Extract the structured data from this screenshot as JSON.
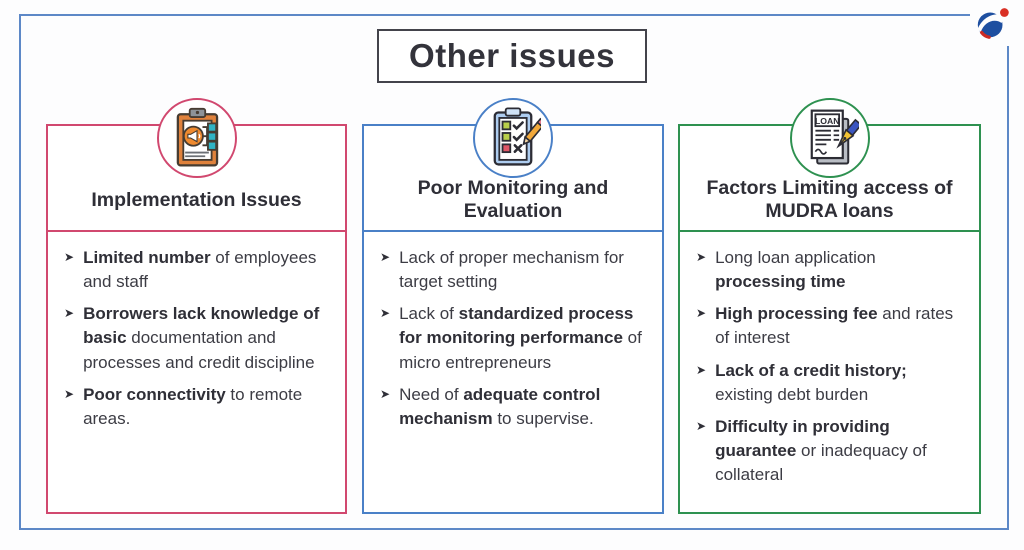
{
  "header": {
    "title": "Other issues"
  },
  "logo": {
    "icon": "brand-logo"
  },
  "bullet_glyph": "➤",
  "colors": {
    "frame": "#5d88c7",
    "title_border": "#43434b",
    "text": "#3c3c44",
    "accent_red": "#d1486f",
    "accent_blue": "#4a80c7",
    "accent_green": "#2e9150"
  },
  "columns": [
    {
      "title": "Implementation Issues",
      "accent": "#d1486f",
      "icon": "clipboard-announcement-icon",
      "items": [
        {
          "segments": [
            {
              "t": "Limited number",
              "b": true
            },
            {
              "t": " of employees and staff",
              "b": false
            }
          ]
        },
        {
          "segments": [
            {
              "t": "Borrowers lack knowledge of basic",
              "b": true
            },
            {
              "t": " documentation and processes and credit discipline",
              "b": false
            }
          ]
        },
        {
          "segments": [
            {
              "t": "Poor connectivity",
              "b": true
            },
            {
              "t": " to remote areas.",
              "b": false
            }
          ]
        }
      ]
    },
    {
      "title": "Poor Monitoring and Evaluation",
      "accent": "#4a80c7",
      "icon": "checklist-pencil-icon",
      "items": [
        {
          "segments": [
            {
              "t": "Lack of proper mechanism for target setting",
              "b": false
            }
          ]
        },
        {
          "segments": [
            {
              "t": "Lack of ",
              "b": false
            },
            {
              "t": "standardized process for monitoring performance",
              "b": true
            },
            {
              "t": " of micro entrepreneurs",
              "b": false
            }
          ]
        },
        {
          "segments": [
            {
              "t": "Need of ",
              "b": false
            },
            {
              "t": "adequate control mechanism",
              "b": true
            },
            {
              "t": " to supervise.",
              "b": false
            }
          ]
        }
      ]
    },
    {
      "title": "Factors Limiting access of MUDRA loans",
      "accent": "#2e9150",
      "icon": "loan-document-pen-icon",
      "items": [
        {
          "segments": [
            {
              "t": "Long loan application ",
              "b": false
            },
            {
              "t": "processing time",
              "b": true
            }
          ]
        },
        {
          "segments": [
            {
              "t": "High processing fee",
              "b": true
            },
            {
              "t": " and rates of interest",
              "b": false
            }
          ]
        },
        {
          "segments": [
            {
              "t": "Lack of a credit history;",
              "b": true
            },
            {
              "t": " existing debt burden",
              "b": false
            }
          ]
        },
        {
          "segments": [
            {
              "t": "Difficulty in providing guarantee",
              "b": true
            },
            {
              "t": " or inadequacy of collateral",
              "b": false
            }
          ]
        }
      ]
    }
  ]
}
